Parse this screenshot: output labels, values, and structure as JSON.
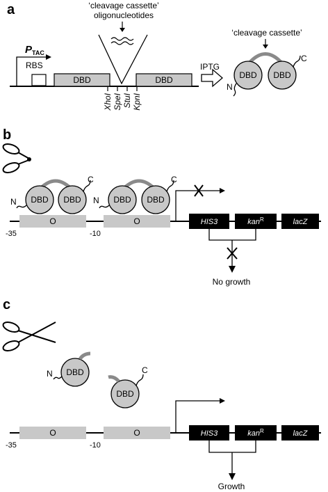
{
  "panels": {
    "a": {
      "letter": "a",
      "cassette_oligos_line1": "‘cleavage cassette’",
      "cassette_oligos_line2": "oligonucleotides",
      "promoter_p": "P",
      "promoter_sub": "TAC",
      "rbs": "RBS",
      "dbd_left": "DBD",
      "dbd_right": "DBD",
      "sites": [
        "XhoI",
        "SpeI",
        "StuI",
        "KpnI"
      ],
      "inducer": "IPTG",
      "product_cassette": "‘cleavage cassette’",
      "product_dbd_1": "DBD",
      "product_dbd_2": "DBD",
      "n_term": "N",
      "c_term": "C"
    },
    "b": {
      "letter": "b",
      "dbd_labels": [
        "DBD",
        "DBD",
        "DBD",
        "DBD"
      ],
      "n_term_1": "N",
      "c_term_1": "C",
      "n_term_2": "N",
      "c_term_2": "C",
      "operator_1": "O",
      "operator_2": "O",
      "pos_minus35": "-35",
      "pos_minus10": "-10",
      "gene_his3": "HIS3",
      "gene_kan": "kan",
      "gene_kan_sup": "R",
      "gene_lacz": "lacZ",
      "outcome": "No growth"
    },
    "c": {
      "letter": "c",
      "dbd_1": "DBD",
      "dbd_2": "DBD",
      "n_term": "N",
      "c_term": "C",
      "operator_1": "O",
      "operator_2": "O",
      "pos_minus35": "-35",
      "pos_minus10": "-10",
      "gene_his3": "HIS3",
      "gene_kan": "kan",
      "gene_kan_sup": "R",
      "gene_lacz": "lacZ",
      "outcome": "Growth"
    }
  }
}
